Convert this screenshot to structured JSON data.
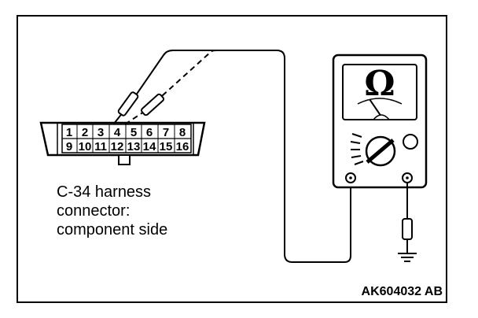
{
  "connector": {
    "top_pins": [
      "1",
      "2",
      "3",
      "4",
      "5",
      "6",
      "7",
      "8"
    ],
    "bottom_pins": [
      "9",
      "10",
      "11",
      "12",
      "13",
      "14",
      "15",
      "16"
    ]
  },
  "caption": {
    "line1": "C-34 harness",
    "line2": "connector:",
    "line3": "component side"
  },
  "meter": {
    "symbol": "Ω",
    "icons": [
      "ohm-icon",
      "meter-needle-icon",
      "selector-knob-icon",
      "ground-symbol-icon"
    ]
  },
  "figure_code": "AK604032 AB"
}
